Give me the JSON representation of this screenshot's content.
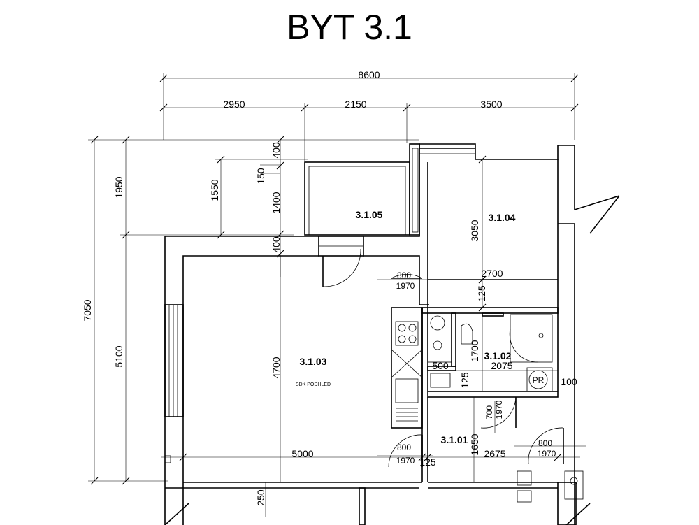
{
  "title": "BYT 3.1",
  "dimensions": {
    "top_total": "8600",
    "top_a": "2950",
    "top_b": "2150",
    "top_c": "3500",
    "left_total": "7050",
    "left_upper": "1950",
    "left_lower": "5100",
    "balcony_depth": "1550",
    "balcony_150": "150",
    "balcony_400": "400",
    "balcony_1400": "1400",
    "wall_400": "400",
    "room_04_depth": "3050",
    "room_04_width": "2700",
    "wall_125_a": "125",
    "bath_depth": "1700",
    "bath_500": "500",
    "bath_width": "2075",
    "wall_125_b": "125",
    "wall_100": "100",
    "room_03_depth": "4700",
    "room_03_width": "5000",
    "wall_125_c": "125",
    "hall_width": "2675",
    "hall_depth": "1650",
    "wall_250": "250"
  },
  "rooms": {
    "r305": "3.1.05",
    "r304": "3.1.04",
    "r303": "3.1.03",
    "r303_note": "SDK PODHLED",
    "r302": "3.1.02",
    "r301": "3.1.01"
  },
  "doors": {
    "d1_width": "800",
    "d1_height": "1970",
    "d2_width": "700",
    "d2_height": "1970",
    "d3_width": "800",
    "d3_height": "1970",
    "d4_width": "800",
    "d4_height": "1970"
  },
  "fixtures": {
    "pr_label": "PR"
  }
}
